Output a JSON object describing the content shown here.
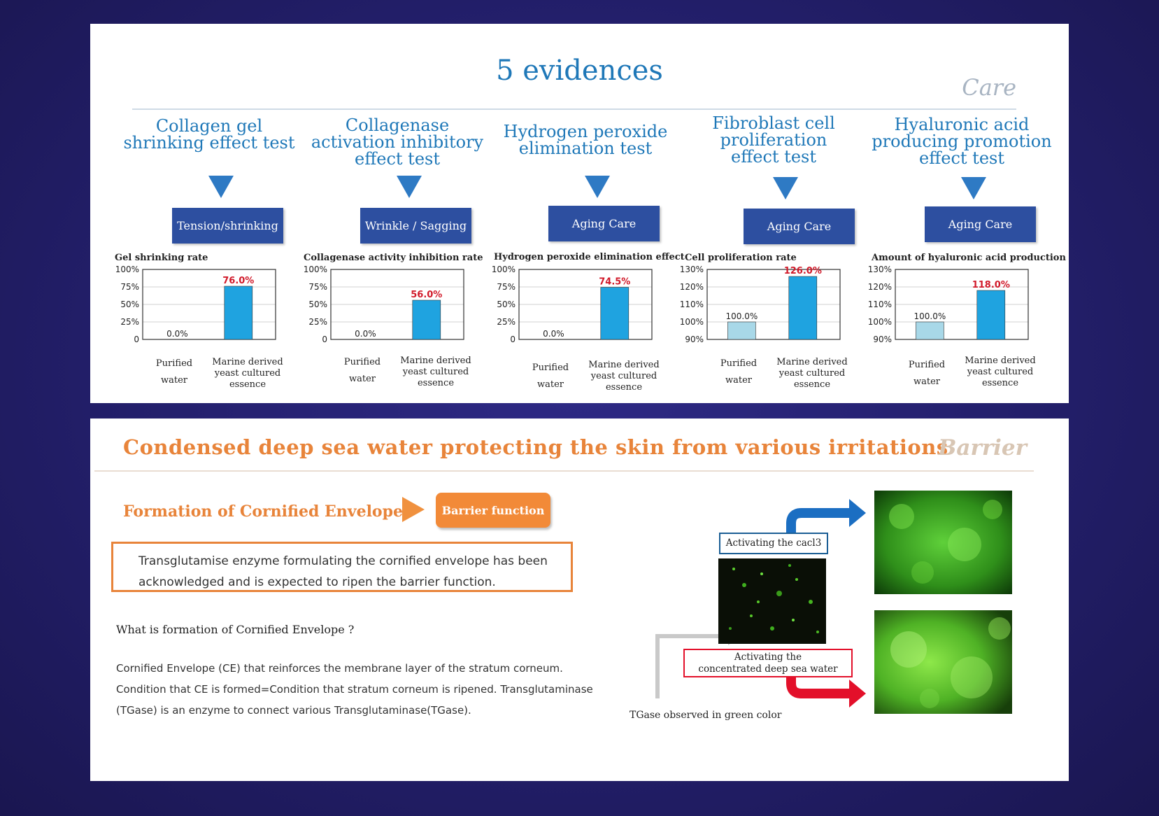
{
  "evidences": {
    "title": "5 evidences",
    "care_label": "Care"
  },
  "tests": [
    {
      "title_lines": [
        "Collagen gel",
        "shrinking effect test"
      ],
      "category": "Tension/shrinking"
    },
    {
      "title_lines": [
        "Collagenase",
        "activation inhibitory",
        "effect test"
      ],
      "category": "Wrinkle / Sagging"
    },
    {
      "title_lines": [
        "Hydrogen peroxide",
        "elimination test"
      ],
      "category": "Aging Care"
    },
    {
      "title_lines": [
        "Fibroblast cell",
        "proliferation",
        "effect test"
      ],
      "category": "Aging Care"
    },
    {
      "title_lines": [
        "Hyaluronic acid",
        "producing promotion",
        "effect test"
      ],
      "category": "Aging Care"
    }
  ],
  "chart_data": [
    {
      "type": "bar",
      "title": "Gel shrinking rate",
      "categories": [
        "Purified water",
        "Marine derived yeast cultured essence"
      ],
      "values": [
        0.0,
        76.0
      ],
      "data_labels": [
        "0.0%",
        "76.0%"
      ],
      "y_ticks": [
        "100%",
        "75%",
        "50%",
        "25%",
        "0"
      ],
      "ylim": [
        0,
        100
      ],
      "colors": [
        "#a8d8e8",
        "#1fa3e0"
      ],
      "grid": true
    },
    {
      "type": "bar",
      "title": "Collagenase activity inhibition rate",
      "categories": [
        "Purified water",
        "Marine derived yeast cultured essence"
      ],
      "values": [
        0.0,
        56.0
      ],
      "data_labels": [
        "0.0%",
        "56.0%"
      ],
      "y_ticks": [
        "100%",
        "75%",
        "50%",
        "25%",
        "0"
      ],
      "ylim": [
        0,
        100
      ],
      "colors": [
        "#a8d8e8",
        "#1fa3e0"
      ],
      "grid": true
    },
    {
      "type": "bar",
      "title": "Hydrogen peroxide elimination effect",
      "categories": [
        "Purified water",
        "Marine derived yeast cultured essence"
      ],
      "values": [
        0.0,
        74.5
      ],
      "data_labels": [
        "0.0%",
        "74.5%"
      ],
      "y_ticks": [
        "100%",
        "75%",
        "50%",
        "25%",
        "0"
      ],
      "ylim": [
        0,
        100
      ],
      "colors": [
        "#a8d8e8",
        "#1fa3e0"
      ],
      "grid": true
    },
    {
      "type": "bar",
      "title": "Cell proliferation rate",
      "categories": [
        "Purified water",
        "Marine derived yeast cultured essence"
      ],
      "values": [
        100.0,
        126.0
      ],
      "data_labels": [
        "100.0%",
        "126.0%"
      ],
      "y_ticks": [
        "130%",
        "120%",
        "110%",
        "100%",
        "90%"
      ],
      "ylim": [
        90,
        130
      ],
      "colors": [
        "#a8d8e8",
        "#1fa3e0"
      ],
      "grid": true
    },
    {
      "type": "bar",
      "title": "Amount of hyaluronic acid production",
      "categories": [
        "Purified water",
        "Marine derived yeast cultured essence"
      ],
      "values": [
        100.0,
        118.0
      ],
      "data_labels": [
        "100.0%",
        "118.0%"
      ],
      "y_ticks": [
        "130%",
        "120%",
        "110%",
        "100%",
        "90%"
      ],
      "ylim": [
        90,
        130
      ],
      "colors": [
        "#a8d8e8",
        "#1fa3e0"
      ],
      "grid": true
    }
  ],
  "category_labels": {
    "water_line1": "Purified",
    "water_line2": "water",
    "essence_lines": [
      "Marine derived",
      "yeast cultured",
      "essence"
    ]
  },
  "barrier": {
    "title": "Condensed deep sea water protecting the skin from various irritations",
    "label": "Barrier",
    "sub_title": "Formation of Cornified Envelope",
    "pill": "Barrier function",
    "quote_lines": [
      "Transglutamise enzyme formulating the cornified envelope has been",
      "acknowledged and is expected to ripen the barrier function."
    ],
    "what_title": "What is formation of Cornified Envelope ?",
    "description_lines": [
      "Cornified Envelope (CE) that reinforces the membrane layer of the stratum corneum.",
      "Condition that CE is formed=Condition that stratum corneum is ripened. Transglutaminase",
      "(TGase) is an enzyme to connect various Transglutaminase(TGase)."
    ],
    "cacl3_label": "Activating the cacl3",
    "deep_sea_label_lines": [
      "Activating the",
      "concentrated deep sea water"
    ],
    "tgase_note": "TGase observed in green color"
  },
  "colors": {
    "blue_title": "#1f78b8",
    "category_box": "#2d4fa0",
    "orange": "#e8843a",
    "arrow_blue": "#1b6ec2",
    "arrow_red": "#e3102a"
  }
}
